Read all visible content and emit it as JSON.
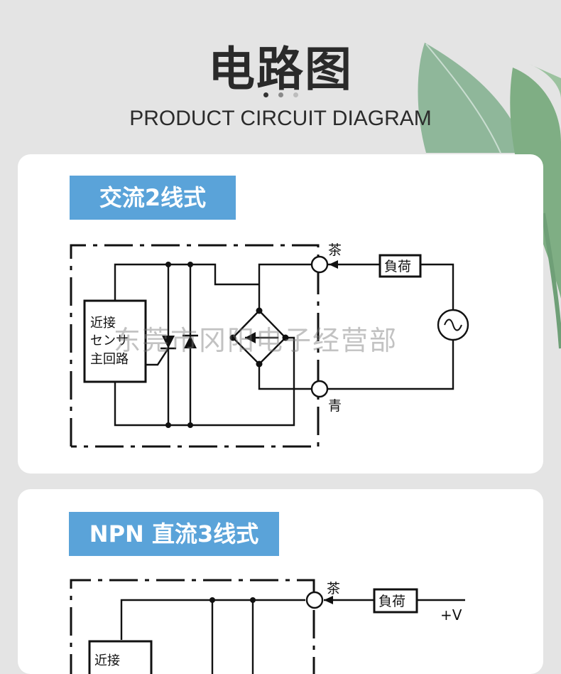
{
  "header": {
    "title_cn": "电路图",
    "title_en": "PRODUCT CIRCUIT DIAGRAM",
    "dots": [
      "#333333",
      "#8a8a8a",
      "#bdbdbd"
    ]
  },
  "colors": {
    "accent": "#5aa3d9",
    "background": "#e4e4e4",
    "card": "#ffffff"
  },
  "sections": [
    {
      "label": "交流2线式",
      "sensor_lines": [
        "近接",
        "センサ",
        "主回路"
      ],
      "terminal_top": "茶",
      "terminal_bottom": "青",
      "load": "負荷"
    },
    {
      "label": "NPN 直流3线式",
      "sensor_line": "近接",
      "terminal_top": "茶",
      "load": "負荷",
      "supply": "+V"
    }
  ],
  "watermark": "东莞市冈阳电子经营部"
}
